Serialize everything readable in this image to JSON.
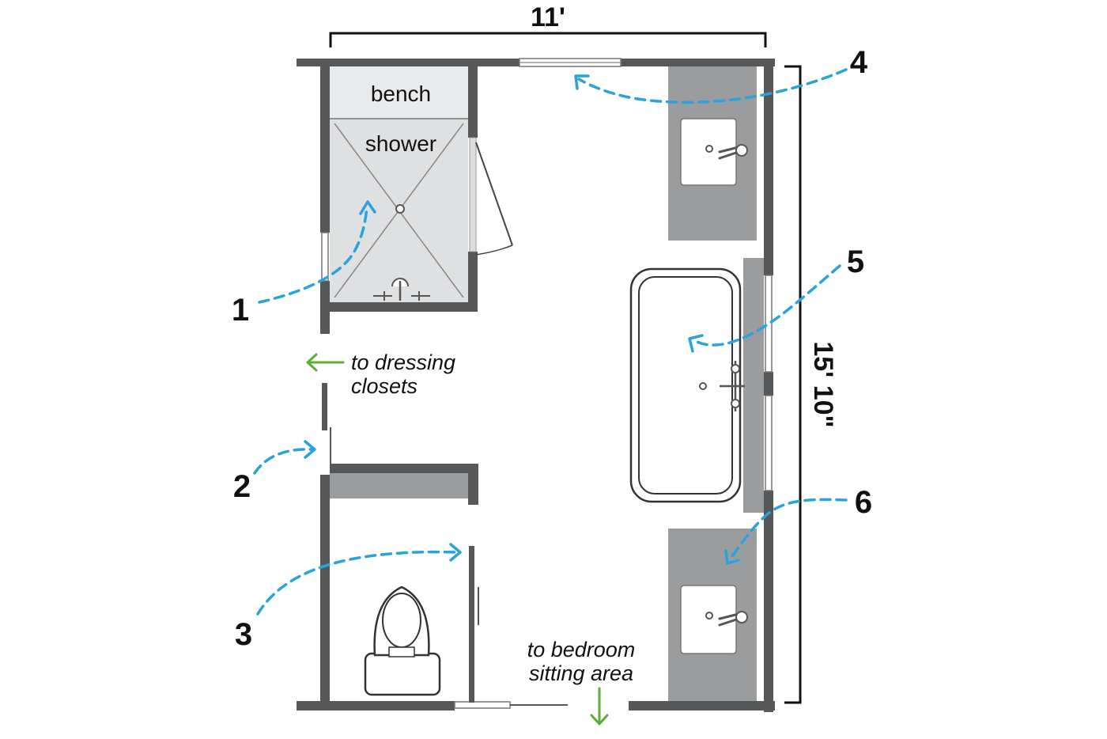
{
  "dimensions": {
    "width": "11'",
    "length": "15' 10\""
  },
  "rooms": {
    "bench": "bench",
    "shower": "shower"
  },
  "notes": {
    "dressing_line1": "to dressing",
    "dressing_line2": "closets",
    "bedroom_line1": "to bedroom",
    "bedroom_line2": "sitting area"
  },
  "callouts": [
    "1",
    "2",
    "3",
    "4",
    "5",
    "6"
  ],
  "colors": {
    "wall": "#555759",
    "counter": "#9b9c9e",
    "arrow_blue": "#2aa3dc",
    "arrow_green": "#5cae3a"
  }
}
